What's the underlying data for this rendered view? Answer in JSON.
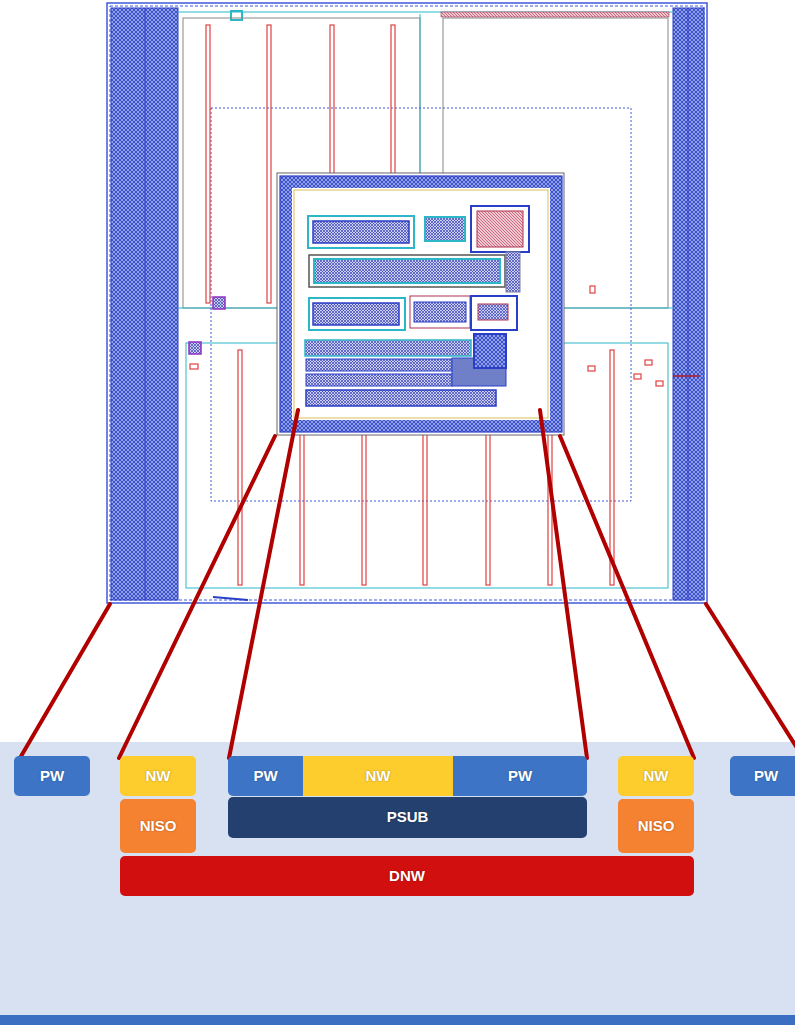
{
  "diagram": {
    "nodes": [
      {
        "text": [
          "PW"
        ]
      },
      {
        "text": [
          "NW"
        ]
      },
      {
        "text": [
          "PW"
        ]
      },
      {
        "text": [
          "NW"
        ]
      },
      {
        "text": [
          "PW"
        ]
      },
      {
        "text": [
          "NW"
        ]
      },
      {
        "text": [
          "PW"
        ]
      },
      {
        "text": [
          "NISO"
        ]
      },
      {
        "text": [
          "PSUB"
        ]
      },
      {
        "text": [
          "NISO"
        ]
      },
      {
        "text": [
          "DNW"
        ]
      }
    ]
  }
}
